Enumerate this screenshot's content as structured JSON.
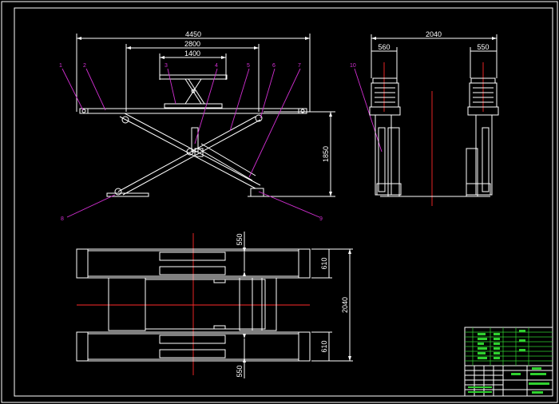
{
  "dimensions": {
    "front_overall": "4450",
    "front_middle": "2800",
    "front_inner": "1400",
    "front_height": "1850",
    "side_overall": "2040",
    "side_left": "560",
    "side_right": "550",
    "plan_top_gap": "550",
    "plan_top_platform": "610",
    "plan_overall": "2040",
    "plan_bottom_platform": "610",
    "plan_bottom_gap": "550"
  },
  "leaders": [
    "1",
    "2",
    "3",
    "4",
    "5",
    "6",
    "7",
    "8",
    "9",
    "10"
  ],
  "colors": {
    "background": "#000000",
    "outline": "#ffffff",
    "centerline": "#ff2a2a",
    "leader": "#d22fd2",
    "title_block": "#2fd02f"
  }
}
